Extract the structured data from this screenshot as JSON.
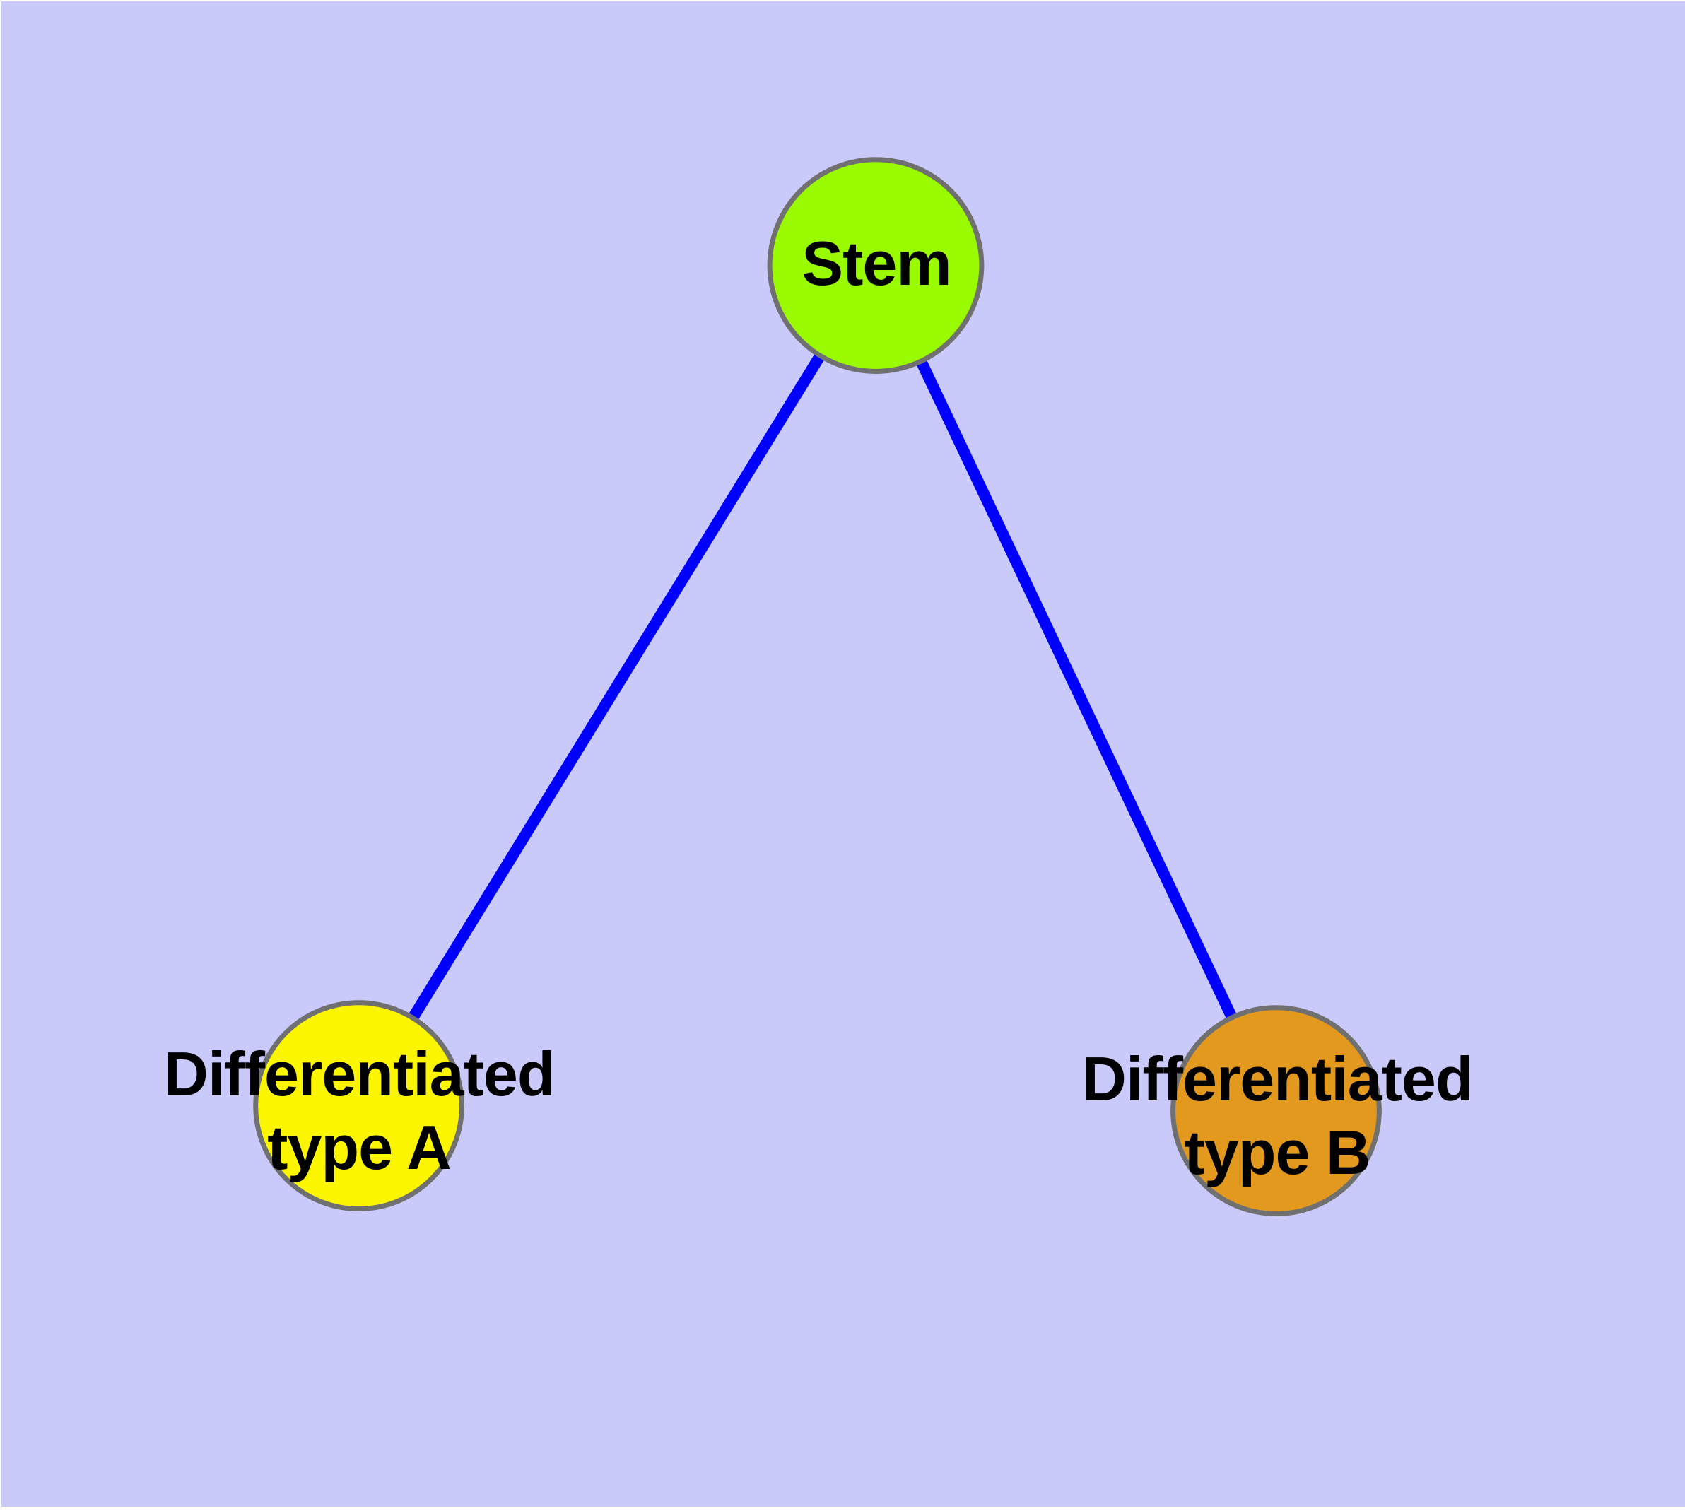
{
  "canvas": {
    "page_color": "#FFFFFF",
    "background_color": "#C9C9FA",
    "text_color": "#000000"
  },
  "nodes": {
    "stem": {
      "label": "Stem",
      "fill": "#9AFA00",
      "stroke": "#707070"
    },
    "type_a": {
      "label_line1": "Differentiated",
      "label_line2": "type A",
      "fill": "#FBF500",
      "stroke": "#707070"
    },
    "type_b": {
      "label_line1": "Differentiated",
      "label_line2": "type B",
      "fill": "#E2991E",
      "stroke": "#707070"
    }
  },
  "edges": {
    "color": "#0000FF"
  }
}
